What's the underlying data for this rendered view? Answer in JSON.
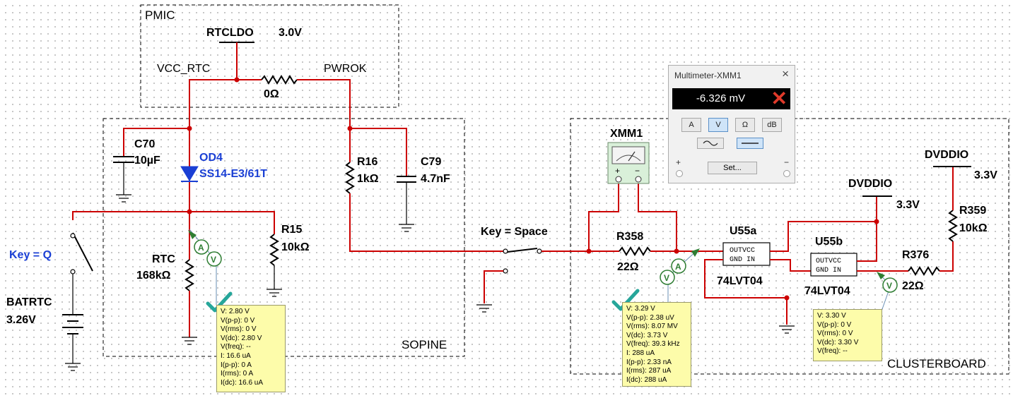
{
  "blocks": {
    "pmic": "PMIC",
    "sopine": "SOPINE",
    "clusterboard": "CLUSTERBOARD"
  },
  "nets": {
    "rtcldo": "RTCLDO",
    "rtcldo_v": "3.0V",
    "vcc_rtc": "VCC_RTC",
    "pwrok": "PWROK",
    "dvddio_1": "DVDDIO",
    "dvddio_1_v": "3.3V",
    "dvddio_2": "DVDDIO",
    "dvddio_2_v": "3.3V"
  },
  "components": {
    "r_pwrok": {
      "value": "0Ω"
    },
    "c70": {
      "ref": "C70",
      "value": "10µF"
    },
    "od4": {
      "ref": "OD4",
      "part": "SS14-E3/61T"
    },
    "r16": {
      "ref": "R16",
      "value": "1kΩ"
    },
    "c79": {
      "ref": "C79",
      "value": "4.7nF"
    },
    "r15": {
      "ref": "R15",
      "value": "10kΩ"
    },
    "rtc": {
      "ref": "RTC",
      "value": "168kΩ"
    },
    "batrtc": {
      "ref": "BATRTC",
      "value": "3.26V"
    },
    "key_q": {
      "label": "Key = Q"
    },
    "key_space": {
      "label": "Key = Space"
    },
    "r358": {
      "ref": "R358",
      "value": "22Ω"
    },
    "u55a": {
      "ref": "U55a",
      "part": "74LVT04",
      "pin_top": "OUTVCC",
      "pin_bot": "GND IN"
    },
    "u55b": {
      "ref": "U55b",
      "part": "74LVT04",
      "pin_top": "OUTVCC",
      "pin_bot": "GND IN"
    },
    "r376": {
      "ref": "R376",
      "value": "22Ω"
    },
    "r359": {
      "ref": "R359",
      "value": "10kΩ"
    },
    "xmm1": {
      "ref": "XMM1",
      "plus": "+",
      "minus": "−"
    }
  },
  "probes": {
    "icon_a": "A",
    "icon_v": "V",
    "probe1": [
      "V: 2.80 V",
      "V(p-p): 0 V",
      "V(rms): 0 V",
      "V(dc): 2.80 V",
      "V(freq): --",
      "I: 16.6 uA",
      "I(p-p): 0 A",
      "I(rms): 0 A",
      "I(dc): 16.6 uA"
    ],
    "probe2": [
      "V: 3.29 V",
      "V(p-p): 2.38 uV",
      "V(rms): 8.07 MV",
      "V(dc): 3.73 V",
      "V(freq): 39.3 kHz",
      "I: 288 uA",
      "I(p-p): 2.33 nA",
      "I(rms): 287 uA",
      "I(dc): 288 uA"
    ],
    "probe3": [
      "V: 3.30 V",
      "V(p-p): 0 V",
      "V(rms): 0 V",
      "V(dc): 3.30 V",
      "V(freq): --"
    ]
  },
  "multimeter": {
    "title": "Multimeter-XMM1",
    "close": "×",
    "reading": "-6.326 mV",
    "error_mark": "✕",
    "buttons": [
      "A",
      "V",
      "Ω",
      "dB"
    ],
    "selected_button": "V",
    "selected_mode": "dc",
    "set_label": "Set...",
    "plus": "+",
    "minus": "−"
  },
  "colors": {
    "wire": "#cc0000",
    "net_label_blue": "#1a3fd4",
    "probe_green": "#2e7d32",
    "readout_bg": "#fdfcaa",
    "check": "#26a69a"
  }
}
